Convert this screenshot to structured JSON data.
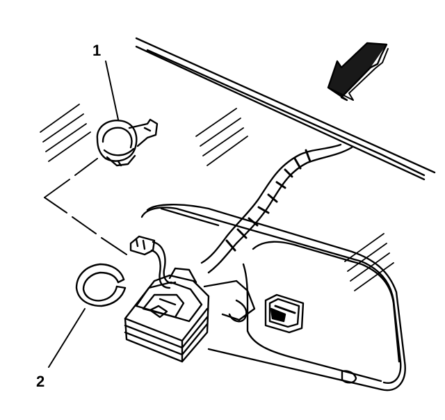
{
  "callouts": [
    {
      "label": "1",
      "part": "sensor"
    },
    {
      "label": "2",
      "part": "retaining-clip"
    }
  ],
  "colors": {
    "line": "#000000",
    "background": "#ffffff"
  }
}
